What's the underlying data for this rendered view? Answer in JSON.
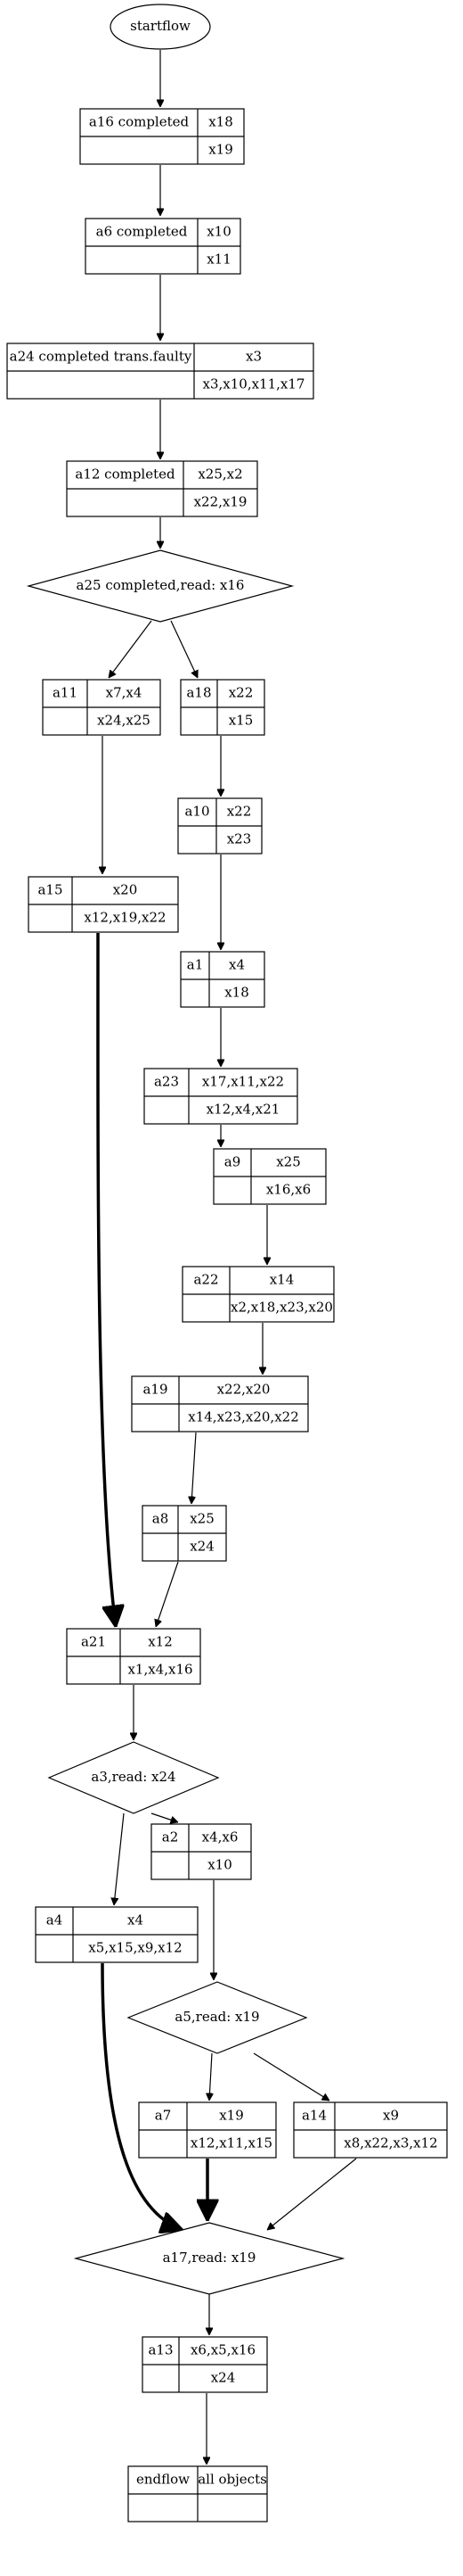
{
  "nodes": {
    "startflow": "startflow",
    "a16": [
      "a16 completed",
      "x18",
      "",
      "x19"
    ],
    "a6": [
      "a6 completed",
      "x10",
      "",
      "x11"
    ],
    "a24": [
      "a24 completed trans.faulty",
      "x3",
      "",
      "x3,x10,x11,x17"
    ],
    "a12": [
      "a12 completed",
      "x25,x2",
      "",
      "x22,x19"
    ],
    "a25": "a25 completed,read: x16",
    "a11": [
      "a11",
      "x7,x4",
      "",
      "x24,x25"
    ],
    "a18": [
      "a18",
      "x22",
      "",
      "x15"
    ],
    "a10": [
      "a10",
      "x22",
      "",
      "x23"
    ],
    "a15": [
      "a15",
      "x20",
      "",
      "x12,x19,x22"
    ],
    "a1": [
      "a1",
      "x4",
      "",
      "x18"
    ],
    "a23": [
      "a23",
      "x17,x11,x22",
      "",
      "x12,x4,x21"
    ],
    "a9": [
      "a9",
      "x25",
      "",
      "x16,x6"
    ],
    "a22": [
      "a22",
      "x14",
      "",
      "x2,x18,x23,x20"
    ],
    "a19": [
      "a19",
      "x22,x20",
      "",
      "x14,x23,x20,x22"
    ],
    "a8": [
      "a8",
      "x25",
      "",
      "x24"
    ],
    "a21": [
      "a21",
      "x12",
      "",
      "x1,x4,x16"
    ],
    "a3": "a3,read: x24",
    "a2": [
      "a2",
      "x4,x6",
      "",
      "x10"
    ],
    "a4": [
      "a4",
      "x4",
      "",
      "x5,x15,x9,x12"
    ],
    "a5": "a5,read: x19",
    "a7": [
      "a7",
      "x19",
      "",
      "x12,x11,x15"
    ],
    "a14": [
      "a14",
      "x9",
      "",
      "x8,x22,x3,x12"
    ],
    "a17": "a17,read: x19",
    "a13": [
      "a13",
      "x6,x5,x16",
      "",
      "x24"
    ],
    "endflow": [
      "endflow",
      "all objects",
      "",
      ""
    ]
  }
}
